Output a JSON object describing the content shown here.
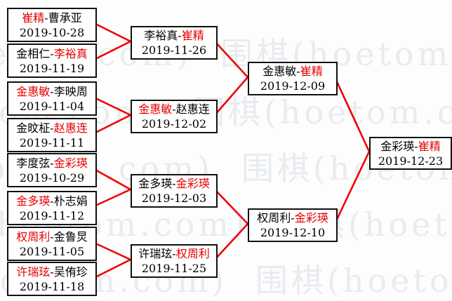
{
  "diagram": {
    "type": "tournament-bracket",
    "separator": "-",
    "watermark_text": "围棋(hoetom.com)",
    "colors": {
      "winner_text": "#e60000",
      "connector_line": "#f10000",
      "watermark": "#e8ebef",
      "box_border": "#111111",
      "normal_text": "#000000"
    },
    "rounds": [
      {
        "name": "round-1",
        "matches": [
          {
            "p1": {
              "text": "崔精",
              "win": true
            },
            "p2": {
              "text": "曹承亚",
              "win": false
            },
            "date": "2019-10-28"
          },
          {
            "p1": {
              "text": "金相仁",
              "win": false
            },
            "p2": {
              "text": "李裕真",
              "win": true
            },
            "date": "2019-11-19"
          },
          {
            "p1": {
              "text": "金惠敏",
              "win": true
            },
            "p2": {
              "text": "李映周",
              "win": false
            },
            "date": "2019-11-04"
          },
          {
            "p1": {
              "text": "金旼柾",
              "win": false
            },
            "p2": {
              "text": "赵惠连",
              "win": true
            },
            "date": "2019-11-11"
          },
          {
            "p1": {
              "text": "李度弦",
              "win": false
            },
            "p2": {
              "text": "金彩瑛",
              "win": true
            },
            "date": "2019-10-29"
          },
          {
            "p1": {
              "text": "金多瑛",
              "win": true
            },
            "p2": {
              "text": "朴志娟",
              "win": false
            },
            "date": "2019-11-12"
          },
          {
            "p1": {
              "text": "权周利",
              "win": true
            },
            "p2": {
              "text": "金鲁炅",
              "win": false
            },
            "date": "2019-11-05"
          },
          {
            "p1": {
              "text": "许瑞玹",
              "win": true
            },
            "p2": {
              "text": "吴侑珍",
              "win": false
            },
            "date": "2019-11-18"
          }
        ]
      },
      {
        "name": "round-2",
        "matches": [
          {
            "p1": {
              "text": "李裕真",
              "win": false
            },
            "p2": {
              "text": "崔精",
              "win": true
            },
            "date": "2019-11-26"
          },
          {
            "p1": {
              "text": "金惠敏",
              "win": true
            },
            "p2": {
              "text": "赵惠连",
              "win": false
            },
            "date": "2019-12-02"
          },
          {
            "p1": {
              "text": "金多瑛",
              "win": false
            },
            "p2": {
              "text": "金彩瑛",
              "win": true
            },
            "date": "2019-12-03"
          },
          {
            "p1": {
              "text": "许瑞玹",
              "win": false
            },
            "p2": {
              "text": "权周利",
              "win": true
            },
            "date": "2019-11-25"
          }
        ]
      },
      {
        "name": "semifinals",
        "matches": [
          {
            "p1": {
              "text": "金惠敏",
              "win": false
            },
            "p2": {
              "text": "崔精",
              "win": true
            },
            "date": "2019-12-09"
          },
          {
            "p1": {
              "text": "权周利",
              "win": false
            },
            "p2": {
              "text": "金彩瑛",
              "win": true
            },
            "date": "2019-12-10"
          }
        ]
      },
      {
        "name": "final",
        "matches": [
          {
            "p1": {
              "text": "金彩瑛",
              "win": false
            },
            "p2": {
              "text": "崔精",
              "win": true
            },
            "date": "2019-12-23"
          }
        ]
      }
    ]
  }
}
